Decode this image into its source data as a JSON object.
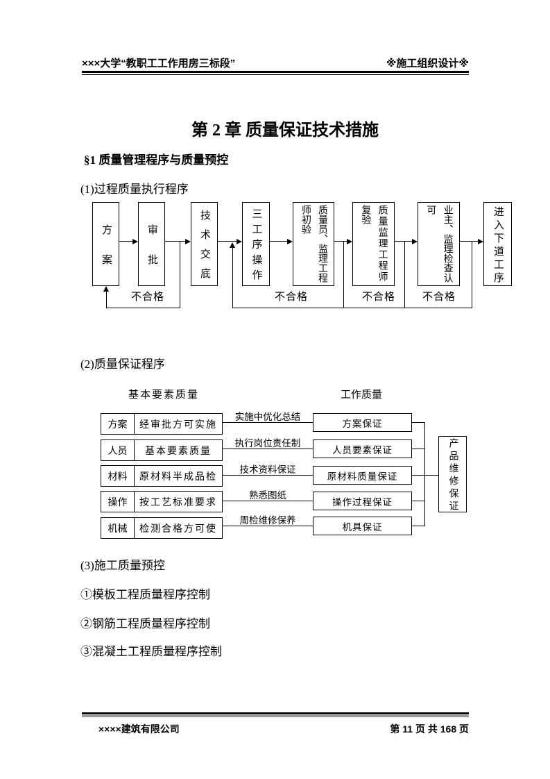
{
  "header": {
    "left": "×××大学“教职工工作用房三标段”",
    "right": "※施工组织设计※"
  },
  "title": "第 2 章  质量保证技术措施",
  "section1": "§1 质量管理程序与质量预控",
  "para1": "(1)过程质量执行程序",
  "flow1": {
    "fail": "不合格",
    "boxes": [
      {
        "col1": "方案",
        "col2": ""
      },
      {
        "col1": "审批",
        "col2": ""
      },
      {
        "col1": "技术交底",
        "col2": ""
      },
      {
        "col1": "三工序操作",
        "col2": ""
      },
      {
        "col1": "质量员、监理工程",
        "col2": "师初验"
      },
      {
        "col1": "质量监理工程师",
        "col2": "复验"
      },
      {
        "col1": "业主、监理检查认",
        "col2": "可"
      },
      {
        "col1": "进入下道工序",
        "col2": ""
      }
    ]
  },
  "flow2": {
    "heading": "(2)质量保证程序",
    "left_header": "基本要素质量",
    "right_header": "工作质量",
    "rows": [
      {
        "factor": "方案",
        "requirement": "经审批方可实施",
        "link": "实施中优化总结",
        "assurance": "方案保证"
      },
      {
        "factor": "人员",
        "requirement": "基本要素质量",
        "link": "执行岗位责任制",
        "assurance": "人员要素保证"
      },
      {
        "factor": "材料",
        "requirement": "原材料半成品检",
        "link": "技术资料保证",
        "assurance": "原材料质量保证"
      },
      {
        "factor": "操作",
        "requirement": "按工艺标准要求",
        "link": "熟悉图纸",
        "assurance": "操作过程保证"
      },
      {
        "factor": "机械",
        "requirement": "检测合格方可使",
        "link": "周检维修保养",
        "assurance": "机具保证"
      }
    ],
    "product": "产品维修保证"
  },
  "para3": "(3)施工质量预控",
  "items": [
    "①模板工程质量程序控制",
    "②钢筋工程质量程序控制",
    "③混凝土工程质量程序控制"
  ],
  "footer": {
    "company": "××××建筑有限公司",
    "page_info": "第 11 页 共 168 页"
  }
}
